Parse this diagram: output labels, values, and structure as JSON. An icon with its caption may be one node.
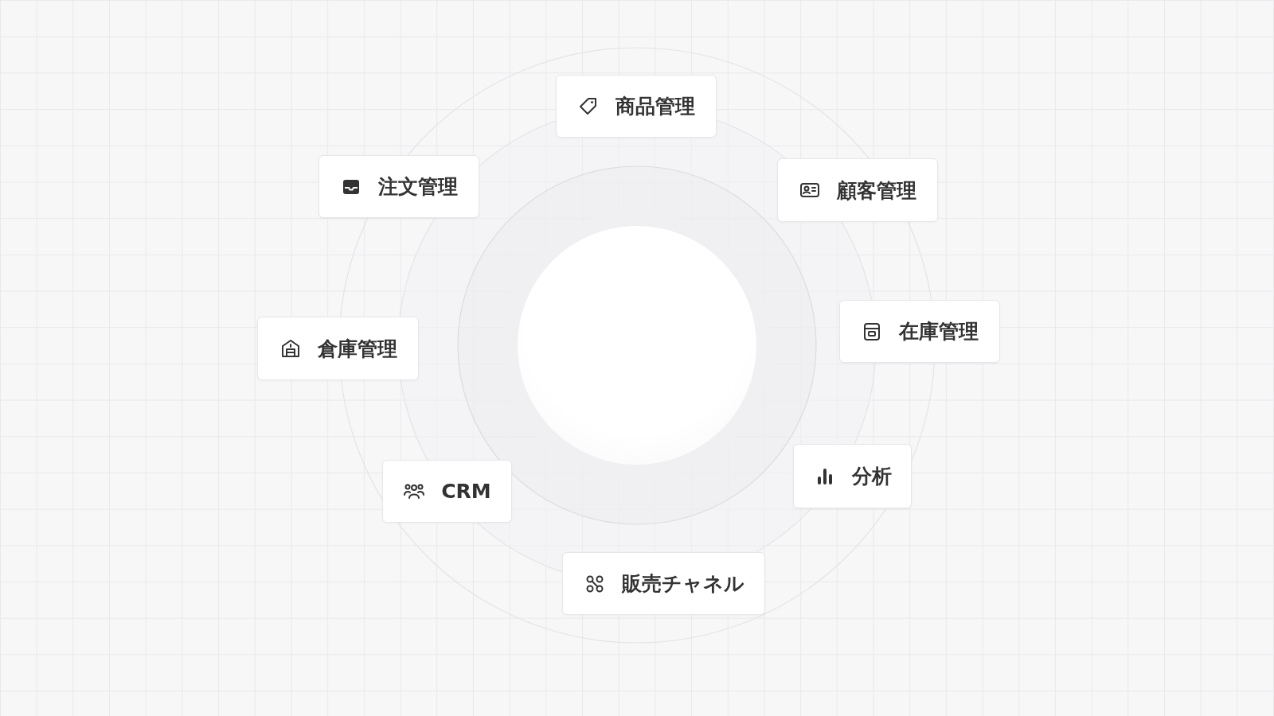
{
  "diagram": {
    "nodes": [
      {
        "text": [
          "商品管理"
        ]
      },
      {
        "text": [
          "注文管理"
        ]
      },
      {
        "text": [
          "顧客管理"
        ]
      },
      {
        "text": [],
        "shape": "circle"
      },
      {
        "text": [
          "在庫管理"
        ]
      },
      {
        "text": [
          "倉庫管理"
        ]
      },
      {
        "text": [
          "分析"
        ]
      },
      {
        "text": [
          "CRM"
        ]
      },
      {
        "text": [
          "販売チャネル"
        ]
      }
    ]
  }
}
